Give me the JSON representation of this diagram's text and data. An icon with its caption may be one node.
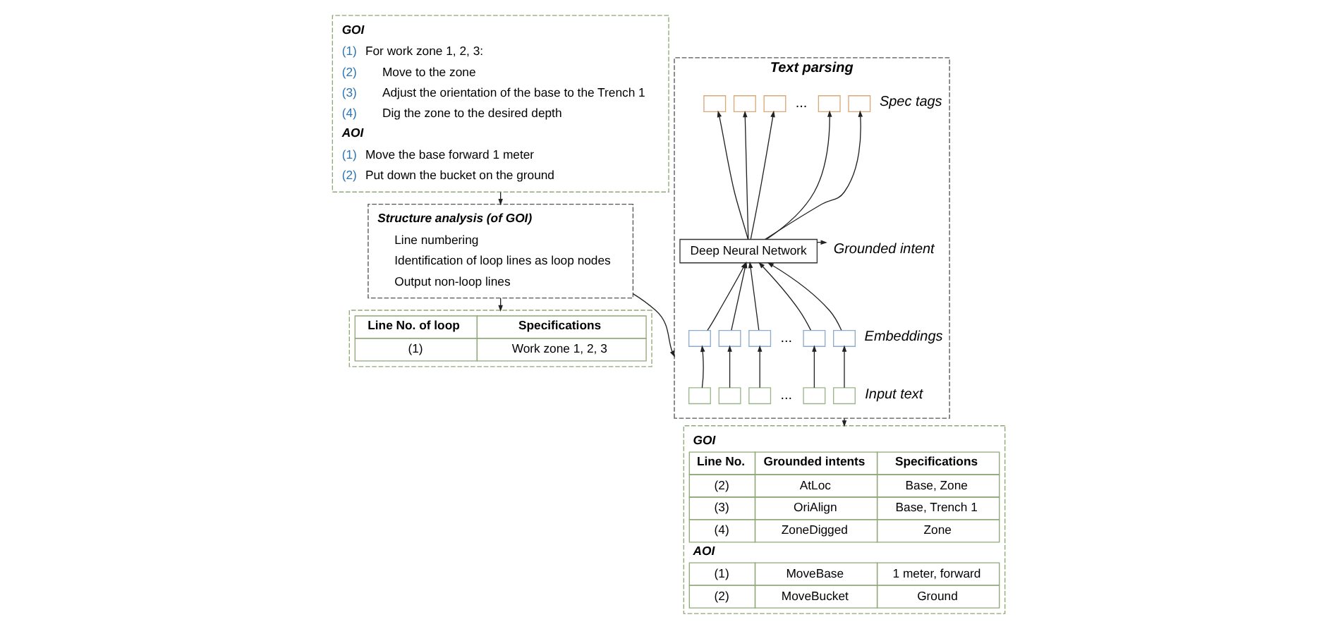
{
  "diagram": {
    "nodes": [
      {
        "text": [
          "GOI",
          "(1)",
          "For work zone 1, 2, 3:",
          "(2)",
          "Move to the zone",
          "(3)",
          "Adjust the orientation of the base to the Trench 1",
          "(4)",
          "Dig the zone to the desired depth",
          "AOI",
          "(1)",
          "Move the base forward 1 meter",
          "(2)",
          "Put down the bucket on the ground"
        ]
      },
      {
        "text": [
          "Structure analysis (of GOI)",
          "Line numbering",
          "Identification of loop lines as loop nodes",
          "Output non-loop lines"
        ]
      },
      {
        "text": [
          "Line No. of loop",
          "Specifications",
          "(1)",
          "Work zone 1, 2, 3"
        ]
      },
      {
        "text": [
          "Text parsing"
        ]
      },
      {
        "text": [],
        "shape": "box",
        "in": 3
      },
      {
        "text": [],
        "shape": "box",
        "in": 3
      },
      {
        "text": [],
        "shape": "box",
        "in": 3
      },
      {
        "text": [],
        "shape": "box",
        "in": 3
      },
      {
        "text": [],
        "shape": "box",
        "in": 3
      },
      {
        "text": [
          "Deep Neural Network"
        ],
        "in": 3
      },
      {
        "text": [
          "Grounded intent"
        ],
        "in": 3
      },
      {
        "text": [],
        "shape": "box",
        "in": 3
      },
      {
        "text": [],
        "shape": "box",
        "in": 3
      },
      {
        "text": [],
        "shape": "box",
        "in": 3
      },
      {
        "text": [],
        "shape": "box",
        "in": 3
      },
      {
        "text": [],
        "shape": "box",
        "in": 3
      },
      {
        "text": [],
        "shape": "box",
        "in": 3
      },
      {
        "text": [],
        "shape": "box",
        "in": 3
      },
      {
        "text": [],
        "shape": "box",
        "in": 3
      },
      {
        "text": [],
        "shape": "box",
        "in": 3
      },
      {
        "text": [],
        "shape": "box",
        "in": 3
      },
      {
        "text": [
          "GOI",
          "Line No.",
          "Grounded intents",
          "Specifications",
          "(2)",
          "AtLoc",
          "Base, Zone",
          "(3)",
          "OriAlign",
          "Base, Trench 1",
          "(4)",
          "ZoneDigged",
          "Zone",
          "AOI",
          "(1)",
          "MoveBase",
          "1 meter, forward",
          "(2)",
          "MoveBucket",
          "Ground"
        ]
      }
    ],
    "edges": [
      {
        "from": 0,
        "to": 1,
        "arrow": "to"
      },
      {
        "from": 1,
        "to": 2,
        "arrow": "to"
      },
      {
        "from": 1,
        "to": 3,
        "arrow": "to"
      },
      {
        "from": 3,
        "to": 21,
        "arrow": "to"
      },
      {
        "from": 16,
        "to": 11,
        "arrow": "to"
      },
      {
        "from": 17,
        "to": 12,
        "arrow": "to"
      },
      {
        "from": 18,
        "to": 13,
        "arrow": "to"
      },
      {
        "from": 19,
        "to": 14,
        "arrow": "to"
      },
      {
        "from": 20,
        "to": 15,
        "arrow": "to"
      },
      {
        "from": 11,
        "to": 9,
        "arrow": "to"
      },
      {
        "from": 12,
        "to": 9,
        "arrow": "to"
      },
      {
        "from": 13,
        "to": 9,
        "arrow": "to"
      },
      {
        "from": 14,
        "to": 9,
        "arrow": "to"
      },
      {
        "from": 15,
        "to": 9,
        "arrow": "to"
      },
      {
        "from": 9,
        "to": 4,
        "arrow": "to"
      },
      {
        "from": 9,
        "to": 5,
        "arrow": "to"
      },
      {
        "from": 9,
        "to": 6,
        "arrow": "to"
      },
      {
        "from": 9,
        "to": 7,
        "arrow": "to"
      },
      {
        "from": 9,
        "to": 8,
        "arrow": "to"
      },
      {
        "from": 9,
        "to": 10,
        "arrow": "to"
      }
    ],
    "labels": [
      "...",
      "Spec tags",
      "...",
      "Embeddings",
      "...",
      "Input text"
    ]
  }
}
